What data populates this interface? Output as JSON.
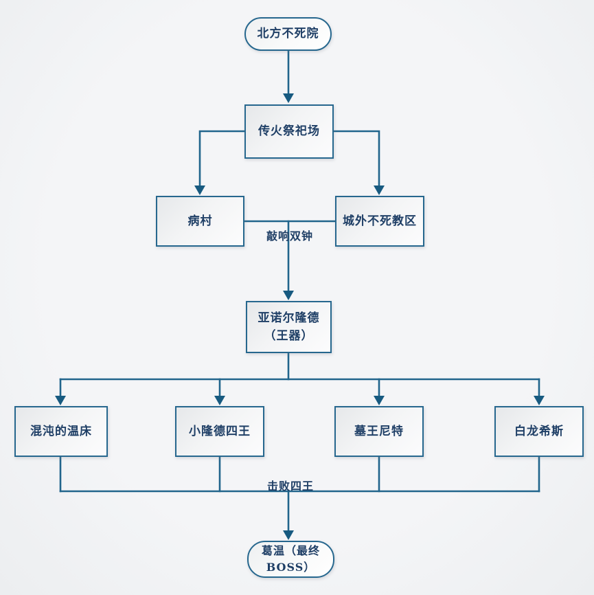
{
  "diagram": {
    "type": "flowchart",
    "nodes": {
      "start": {
        "label": "北方不死院",
        "shape": "terminator"
      },
      "firelink": {
        "label": "传火祭祀场",
        "shape": "process"
      },
      "blighttown": {
        "label": "病村",
        "shape": "process"
      },
      "parish": {
        "label": "城外不死教区",
        "shape": "process"
      },
      "anor_londo": {
        "label": "亚诺尔隆德（王器）",
        "shape": "process"
      },
      "bed_of_chaos": {
        "label": "混沌的温床",
        "shape": "process"
      },
      "four_kings": {
        "label": "小隆德四王",
        "shape": "process"
      },
      "nito": {
        "label": "墓王尼特",
        "shape": "process"
      },
      "seath": {
        "label": "白龙希斯",
        "shape": "process"
      },
      "gwyn": {
        "label": "葛温（最终BOSS）",
        "shape": "terminator"
      }
    },
    "edge_labels": {
      "ring_bells": "敲响双钟",
      "defeat_four_kings": "击败四王"
    },
    "edges": [
      "start -> firelink",
      "firelink -> blighttown",
      "firelink -> parish",
      "blighttown + parish (敲响双钟) -> anor_londo",
      "anor_londo -> bed_of_chaos",
      "anor_londo -> four_kings",
      "anor_londo -> nito",
      "anor_londo -> seath",
      "bed_of_chaos + four_kings + nito + seath (击败四王) -> gwyn"
    ],
    "colors": {
      "line": "#21658c",
      "arrow": "#175a80",
      "node_border": "#26678e",
      "node_text": "#1f3f66",
      "node_fill_top": "#e6e8ea",
      "node_fill_bottom": "#fcfcfd",
      "background": "#f2f3f5"
    }
  }
}
